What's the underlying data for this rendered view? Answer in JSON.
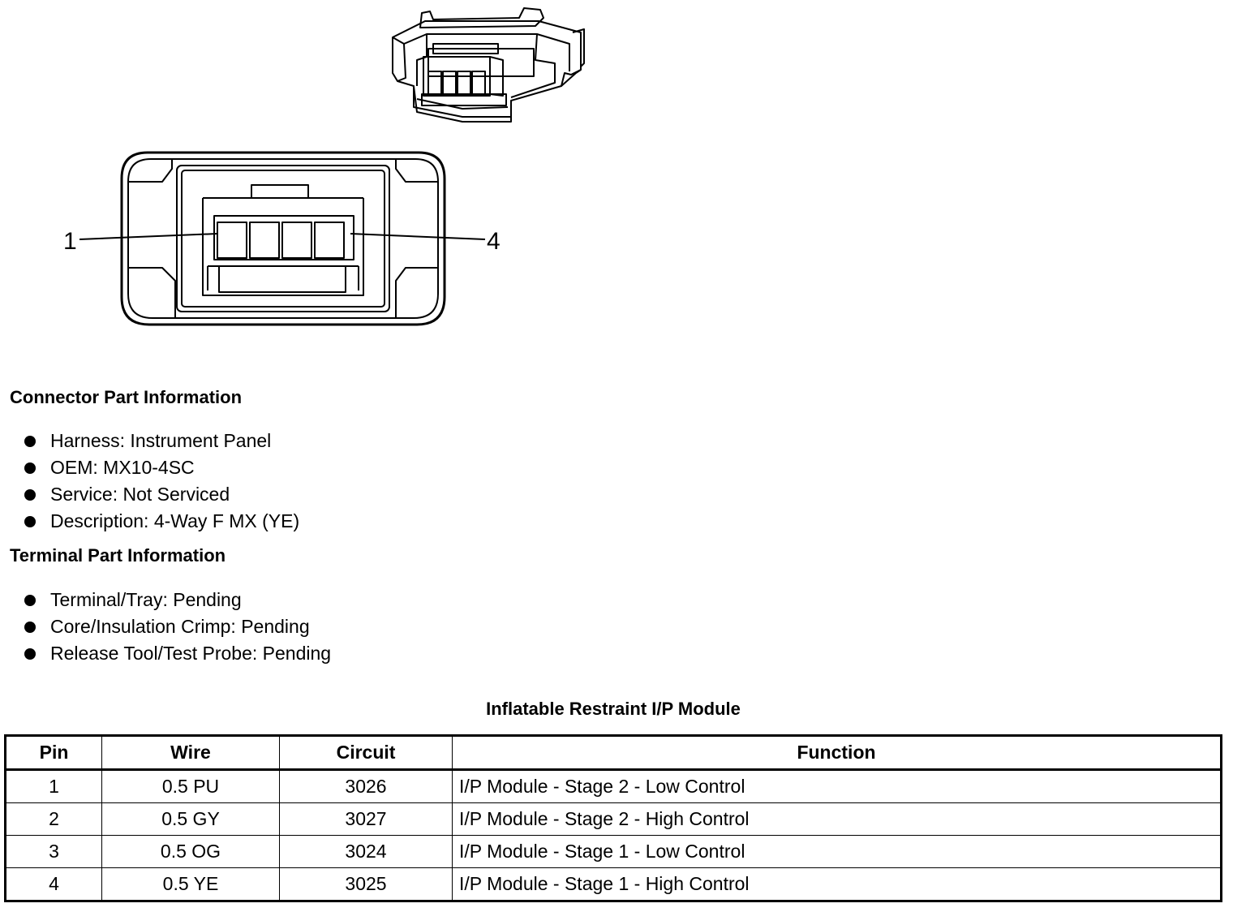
{
  "connector_diagram": {
    "pin_labels": [
      "1",
      "4"
    ]
  },
  "connector_part_info": {
    "heading": "Connector Part Information",
    "items": [
      "Harness: Instrument Panel",
      "OEM: MX10-4SC",
      "Service: Not Serviced",
      "Description: 4-Way F MX (YE)"
    ]
  },
  "terminal_part_info": {
    "heading": "Terminal Part Information",
    "items": [
      "Terminal/Tray: Pending",
      "Core/Insulation Crimp: Pending",
      "Release Tool/Test Probe: Pending"
    ]
  },
  "pin_table": {
    "title": "Inflatable Restraint I/P Module",
    "headers": [
      "Pin",
      "Wire",
      "Circuit",
      "Function"
    ],
    "rows": [
      [
        "1",
        "0.5 PU",
        "3026",
        "I/P Module - Stage 2 - Low Control"
      ],
      [
        "2",
        "0.5 GY",
        "3027",
        "I/P Module - Stage 2 - High Control"
      ],
      [
        "3",
        "0.5 OG",
        "3024",
        "I/P Module - Stage 1 - Low Control"
      ],
      [
        "4",
        "0.5 YE",
        "3025",
        "I/P Module - Stage 1 - High Control"
      ]
    ]
  }
}
